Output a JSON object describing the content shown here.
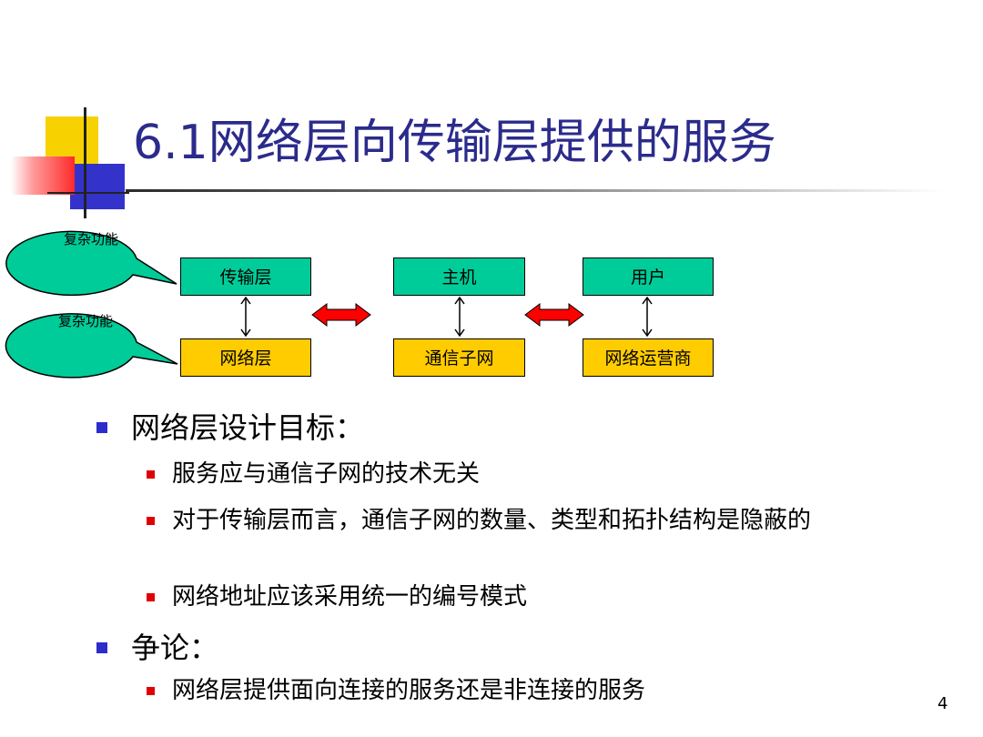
{
  "slide": {
    "title_num": "6.1",
    "title_text": "网络层向传输层提供的服务",
    "page_number": "4"
  },
  "diagram": {
    "callout_top": "复杂功能",
    "callout_bottom": "复杂功能",
    "boxes": {
      "transport_layer": "传输层",
      "network_layer": "网络层",
      "host": "主机",
      "communication_subnet": "通信子网",
      "user": "用户",
      "network_operator": "网络运营商"
    },
    "colors": {
      "top_boxes": "#00cc99",
      "bottom_boxes": "#ffcc00",
      "callouts": "#00cc99",
      "double_arrows": "#ff0000"
    }
  },
  "content": {
    "goal_heading": "网络层设计目标：",
    "goals": [
      "服务应与通信子网的技术无关",
      "对于传输层而言，通信子网的数量、类型和拓扑结构是隐蔽的",
      "网络地址应该采用统一的编号模式"
    ],
    "debate_heading": "争论：",
    "debate_items": [
      "网络层提供面向连接的服务还是非连接的服务"
    ]
  }
}
